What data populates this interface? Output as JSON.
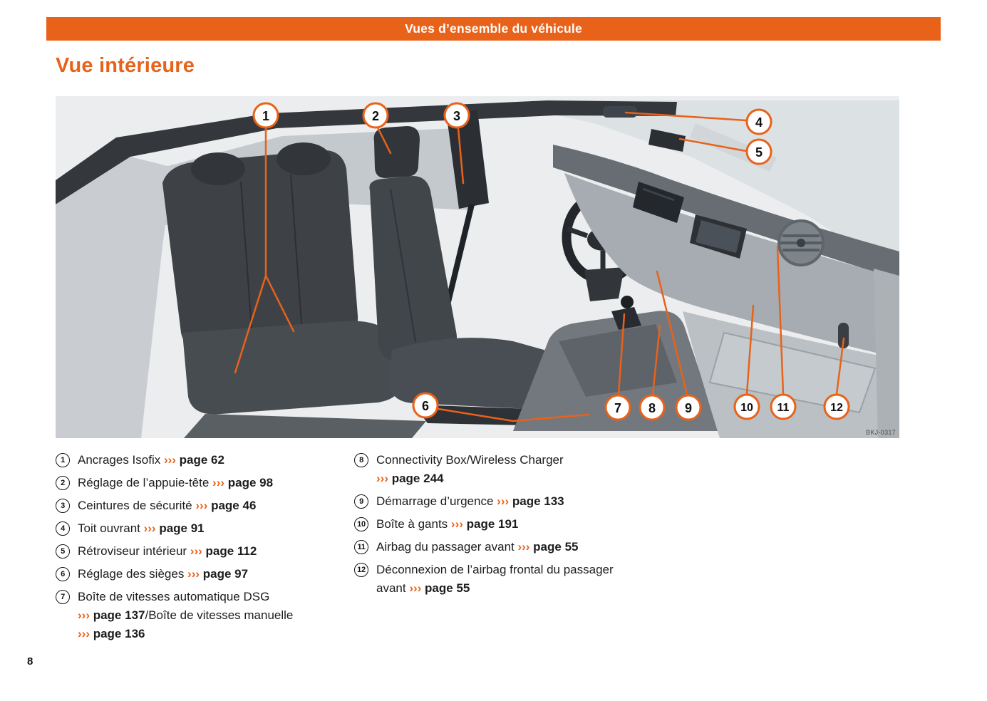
{
  "header": {
    "title": "Vues d’ensemble du véhicule"
  },
  "section": {
    "title": "Vue intérieure"
  },
  "illustration": {
    "code": "BKJ-0317"
  },
  "colors": {
    "accent": "#e8621a",
    "illustration_bg": "#ebedee"
  },
  "page_number": "8",
  "callouts": [
    "1",
    "2",
    "3",
    "4",
    "5",
    "6",
    "7",
    "8",
    "9",
    "10",
    "11",
    "12"
  ],
  "legend": {
    "left": [
      {
        "num": "1",
        "segments": [
          {
            "t": "Ancrages Isofix "
          },
          {
            "t": "›››",
            "c": true
          },
          {
            "t": " page 62",
            "b": true
          }
        ]
      },
      {
        "num": "2",
        "segments": [
          {
            "t": "Réglage de l’appuie-tête "
          },
          {
            "t": "›››",
            "c": true
          },
          {
            "t": " page 98",
            "b": true
          }
        ]
      },
      {
        "num": "3",
        "segments": [
          {
            "t": "Ceintures de sécurité "
          },
          {
            "t": "›››",
            "c": true
          },
          {
            "t": " page 46",
            "b": true
          }
        ]
      },
      {
        "num": "4",
        "segments": [
          {
            "t": "Toit ouvrant "
          },
          {
            "t": "›››",
            "c": true
          },
          {
            "t": " page 91",
            "b": true
          }
        ]
      },
      {
        "num": "5",
        "segments": [
          {
            "t": "Rétroviseur intérieur "
          },
          {
            "t": "›››",
            "c": true
          },
          {
            "t": " page 112",
            "b": true
          }
        ]
      },
      {
        "num": "6",
        "segments": [
          {
            "t": "Réglage des sièges "
          },
          {
            "t": "›››",
            "c": true
          },
          {
            "t": " page 97",
            "b": true
          }
        ]
      },
      {
        "num": "7",
        "segments": [
          {
            "t": "Boîte de vitesses automatique DSG "
          },
          {
            "t": "›››",
            "c": true
          },
          {
            "t": " page 137",
            "b": true
          },
          {
            "t": "/Boîte de vitesses manuelle "
          },
          {
            "t": "›››",
            "c": true
          },
          {
            "t": " page 136",
            "b": true
          }
        ]
      }
    ],
    "right": [
      {
        "num": "8",
        "segments": [
          {
            "t": "Connectivity Box/Wireless Charger "
          },
          {
            "t": "›››",
            "c": true
          },
          {
            "t": " page 244",
            "b": true
          }
        ]
      },
      {
        "num": "9",
        "segments": [
          {
            "t": "Démarrage d’urgence "
          },
          {
            "t": "›››",
            "c": true
          },
          {
            "t": " page 133",
            "b": true
          }
        ]
      },
      {
        "num": "10",
        "segments": [
          {
            "t": "Boîte à gants "
          },
          {
            "t": "›››",
            "c": true
          },
          {
            "t": " page 191",
            "b": true
          }
        ]
      },
      {
        "num": "11",
        "segments": [
          {
            "t": "Airbag du passager avant "
          },
          {
            "t": "›››",
            "c": true
          },
          {
            "t": " page 55",
            "b": true
          }
        ]
      },
      {
        "num": "12",
        "segments": [
          {
            "t": "Déconnexion de l’airbag frontal du passager avant "
          },
          {
            "t": "›››",
            "c": true
          },
          {
            "t": " page 55",
            "b": true
          }
        ]
      }
    ]
  }
}
